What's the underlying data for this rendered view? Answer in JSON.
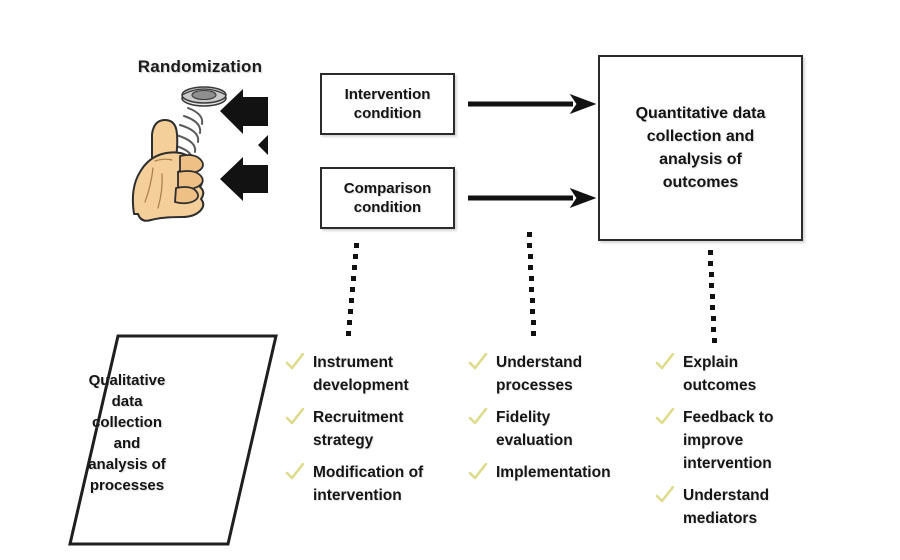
{
  "diagram": {
    "title_label": "Randomization",
    "background_color": "#ffffff",
    "line_color": "#2b2b2b",
    "check_color": "#e3e08a",
    "hand_color": "#f2c893"
  },
  "nodes": {
    "randomization": {
      "label": "Randomization",
      "icon": "hand-flipping-coin-icon"
    },
    "intervention": {
      "line1": "Intervention",
      "line2": "condition"
    },
    "comparison": {
      "line1": "Comparison",
      "line2": "condition"
    },
    "quantitative": {
      "line1": "Quantitative data",
      "line2": "collection and",
      "line3": "analysis of",
      "line4": "outcomes"
    },
    "qualitative": {
      "line1": "Qualitative",
      "line2": "data",
      "line3": "collection",
      "line4": "and",
      "line5": "analysis of",
      "line6": "processes"
    }
  },
  "checklists": [
    {
      "id": "column-instrument",
      "items": [
        {
          "line1": "Instrument",
          "line2": "development"
        },
        {
          "line1": "Recruitment",
          "line2": "strategy"
        },
        {
          "line1": "Modification of",
          "line2": "intervention"
        }
      ]
    },
    {
      "id": "column-processes",
      "items": [
        {
          "line1": "Understand",
          "line2": "processes"
        },
        {
          "line1": "Fidelity",
          "line2": "evaluation"
        },
        {
          "line1": "Implementation",
          "line2": ""
        }
      ]
    },
    {
      "id": "column-outcomes",
      "items": [
        {
          "line1": "Explain",
          "line2": "outcomes"
        },
        {
          "line1": "Feedback to",
          "line2": "improve",
          "line3": "intervention"
        },
        {
          "line1": "Understand",
          "line2": "mediators"
        }
      ]
    }
  ],
  "connectors": {
    "branch_arrow": "double-headed-branch-arrow",
    "arrow_intervention_to_quantitative": "right-arrow",
    "arrow_comparison_to_quantitative": "right-arrow",
    "dotted_1": "dotted-connector",
    "dotted_2": "dotted-connector",
    "dotted_3": "dotted-connector"
  }
}
